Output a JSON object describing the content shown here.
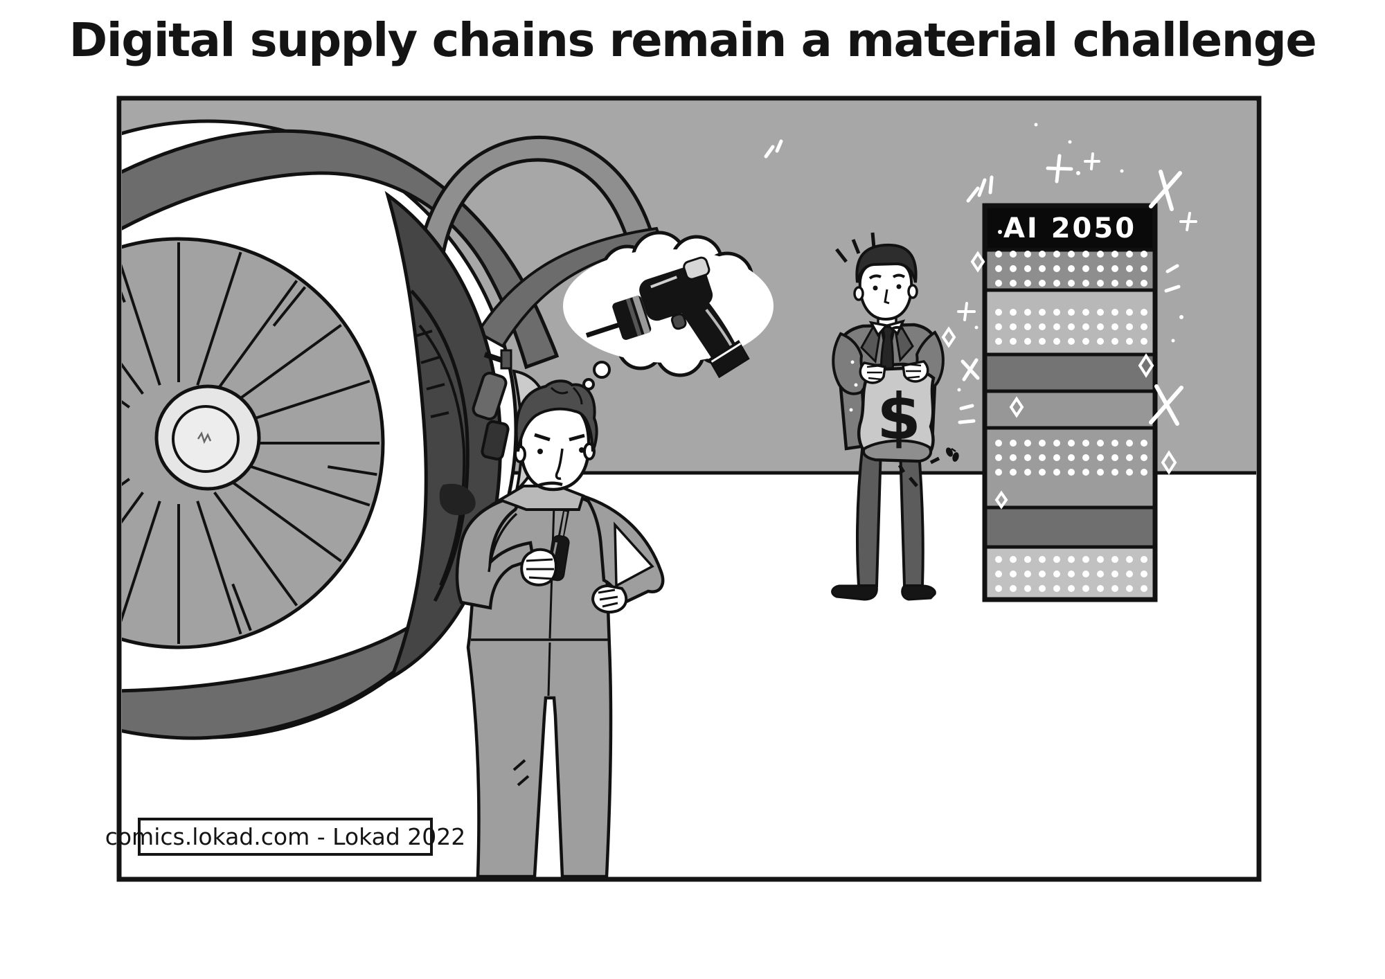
{
  "title": "Digital supply chains remain a material challenge",
  "caption": "comics.lokad.com - Lokad 2022",
  "scene": {
    "server_rack_label": "AI 2050",
    "money_bag_symbol": "$"
  },
  "colors": {
    "wall": "#a7a7a7",
    "floor": "#ffffff",
    "ink": "#111111",
    "cowl_dark": "#6c6c6c",
    "nacelle_interior": "#454545",
    "fan_disc": "#a2a2a2",
    "engine_ring": "#ffffff",
    "coverall": "#9e9e9e",
    "suit": "#7d7d7d",
    "trousers": "#5c5c5c",
    "money_bag": "#c9c9c9",
    "rack_header": "#0a0a0a",
    "sparkle": "#ffffff"
  }
}
